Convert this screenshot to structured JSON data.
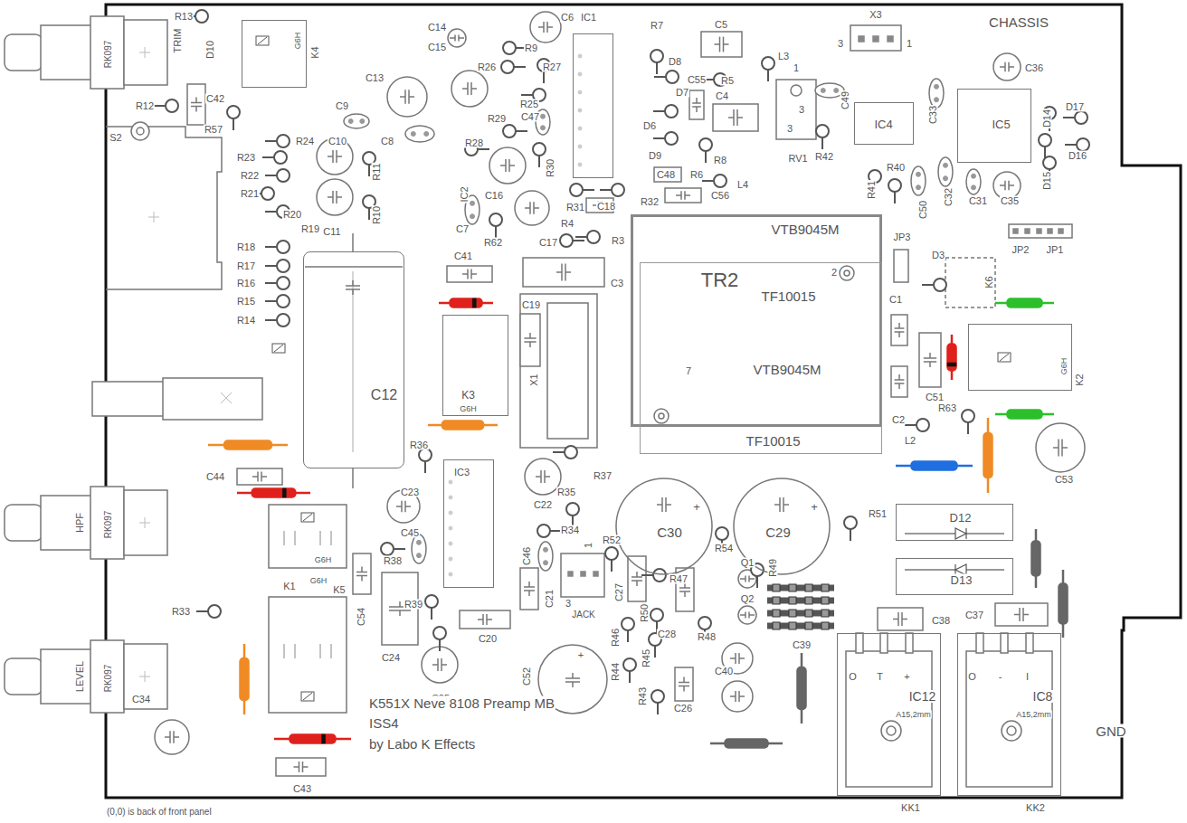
{
  "diagram": {
    "nodes": [
      {
        "text": [
          "G6H",
          "K4"
        ]
      },
      {
        "text": [
          "IC1"
        ]
      },
      {
        "text": [
          "IC5"
        ]
      },
      {
        "text": [
          "IC4"
        ]
      },
      {
        "text": [
          "VTB9045M",
          "2",
          "7",
          "VTB9045M"
        ]
      },
      {
        "text": [
          "TR2",
          "TF10015",
          "TF10015"
        ]
      },
      {
        "text": [
          "C12"
        ]
      },
      {
        "text": [
          "K3",
          "G6H"
        ]
      },
      {
        "text": [
          "G6H",
          "K2"
        ]
      },
      {
        "text": [
          "IC3"
        ]
      },
      {
        "text": [
          "C30",
          "+"
        ]
      },
      {
        "text": [
          "C29",
          "+"
        ]
      },
      {
        "text": [
          "D12"
        ]
      },
      {
        "text": [
          "D13"
        ]
      },
      {
        "text": [
          "C52",
          "+"
        ]
      },
      {
        "text": [
          "O",
          "T",
          "+",
          "IC12",
          "A15,2mm",
          "KK1"
        ]
      },
      {
        "text": [
          "O",
          "-",
          "I",
          "IC8",
          "A15,2mm",
          "KK2"
        ]
      }
    ],
    "labels": [
      "R13",
      "TRIM",
      "D10",
      "RK097",
      "R12",
      "C42",
      "R57",
      "S2",
      "C9",
      "C13",
      "C14",
      "C15",
      "C6",
      "R9",
      "R26",
      "R27",
      "R7",
      "C5",
      "X3",
      "3",
      "1",
      "CHASSIS",
      "L3",
      "D8",
      "C55",
      "R5",
      "C4",
      "D7",
      "1",
      "3",
      "3",
      "RV1",
      "D6",
      "R25",
      "C47",
      "R29",
      "C10",
      "C8",
      "R24",
      "R23",
      "R22",
      "R21",
      "R20",
      "R19",
      "R18",
      "R17",
      "R16",
      "R15",
      "R14",
      "C11",
      "R11",
      "R10",
      "R28",
      "R30",
      "IC2",
      "C16",
      "C7",
      "R62",
      "C17",
      "R31",
      "C18",
      "R4",
      "R3",
      "D9",
      "C48",
      "R6",
      "R8",
      "R32",
      "C56",
      "L4",
      "C49",
      "R42",
      "C33",
      "D14",
      "D17",
      "D16",
      "D15",
      "C36",
      "R41",
      "R40",
      "C50",
      "C32",
      "C31",
      "C35",
      "JP2",
      "JP1",
      "JP3",
      "D3",
      "K6",
      "C41",
      "C3",
      "C19",
      "X1",
      "C1",
      "C51",
      "C2",
      "L2",
      "R63",
      "C53",
      "R36",
      "C44",
      "C23",
      "C22",
      "R37",
      "R35",
      "R34",
      "R54",
      "R51",
      "Q1",
      "R49",
      "Q2",
      "C45",
      "R38",
      "R52",
      "1",
      "3",
      "JACK",
      "C46",
      "HPF",
      "RK097",
      "K1",
      "G6H",
      "G6H",
      "K5",
      "R33",
      "C54",
      "C24",
      "R39",
      "C21",
      "C27",
      "R47",
      "C20",
      "C28",
      "R50",
      "R46",
      "R45",
      "R48",
      "C40",
      "C39",
      "C38",
      "C37",
      "C25",
      "R44",
      "R43",
      "C26",
      "LEVEL",
      "RK097",
      "C34",
      "K551X Neve 8108 Preamp MB",
      "ISS4",
      "by Labo K Effects",
      "C43",
      "(0,0) is back of front panel",
      "GND"
    ]
  }
}
